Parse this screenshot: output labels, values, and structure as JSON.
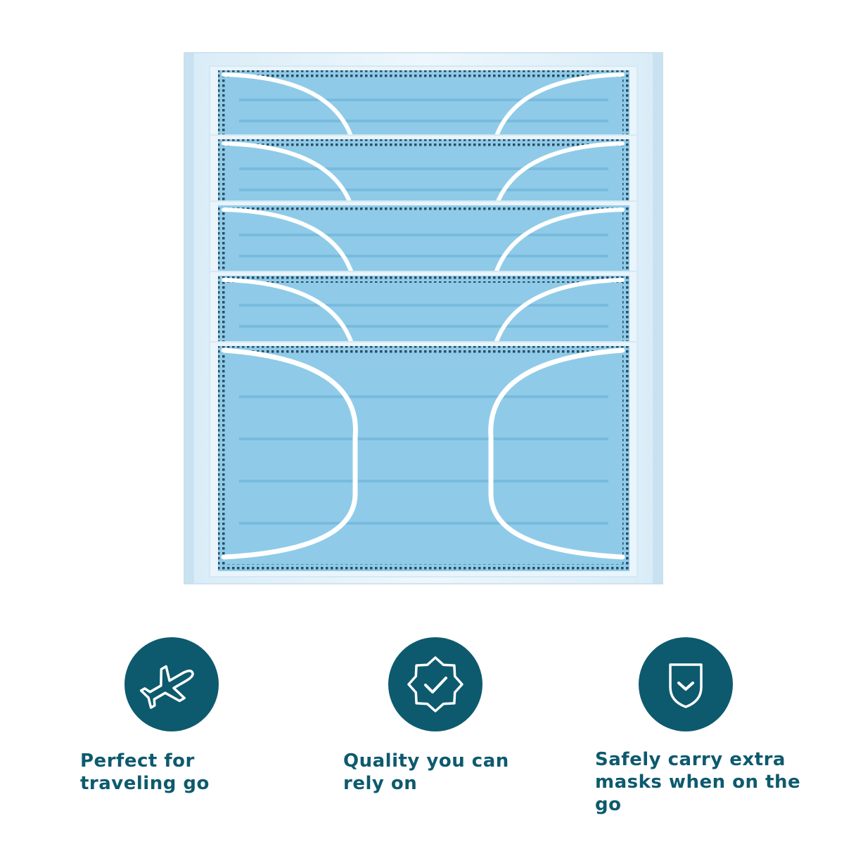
{
  "colors": {
    "accent": "#0d5a6e",
    "mask_blue": "#8fcbe8",
    "mask_blue_dark": "#6fb3d8",
    "sleeve": "#e9f4fb",
    "ear_loop": "#ffffff"
  },
  "product_image": {
    "mask_count": 5
  },
  "features": [
    {
      "icon": "airplane-icon",
      "label": "Perfect for traveling go"
    },
    {
      "icon": "quality-badge-check-icon",
      "label": "Quality you can rely on"
    },
    {
      "icon": "shield-check-icon",
      "label": "Safely carry extra masks when on the go"
    }
  ]
}
